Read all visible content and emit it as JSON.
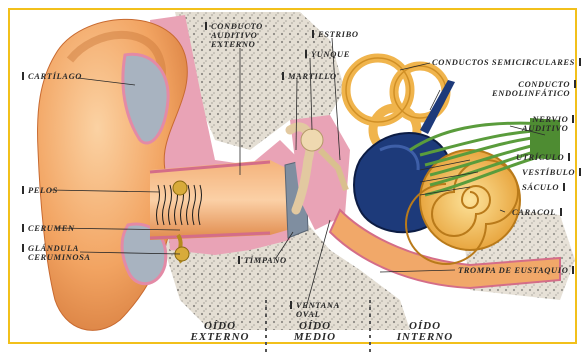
{
  "labels": {
    "cartilago": "Cartílago",
    "conducto_auditivo_externo": [
      "Conducto",
      "auditivo",
      "externo"
    ],
    "estribo": "Estribo",
    "yunque": "Yunque",
    "martillo": "Martillo",
    "conductos_semicirculares": "Conductos semicirculares",
    "conducto_endolinfatico": [
      "Conducto",
      "endolinfático"
    ],
    "nervio_auditivo": [
      "Nervio",
      "auditivo"
    ],
    "utriculo": "Utrículo",
    "vestibulo": "Vestíbulo",
    "saculo": "Sáculo",
    "caracol": "Caracol",
    "pelos": "Pelos",
    "cerumen": "Cerumen",
    "glandula_ceruminosa": [
      "Glándula",
      "ceruminosa"
    ],
    "trompa_de_eustaquio": "Trompa de Eustaquio",
    "timpano": "Tímpano",
    "ventana_oval": [
      "Ventana",
      "oval"
    ]
  },
  "sections": {
    "oido_externo": [
      "Oído",
      "externo"
    ],
    "oido_medio": [
      "Oído",
      "medio"
    ],
    "oido_interno": [
      "Oído",
      "interno"
    ]
  },
  "colors": {
    "frame": "#f2c01b",
    "skin": "#f0a566",
    "canal_gray": "#9aa6b4",
    "bone": "#d9d2c6",
    "inner_ear": "#1d3a7a",
    "cochlea": "#f0b44c",
    "nerve": "#5a9c3c",
    "membrane": "#d86b8f"
  }
}
